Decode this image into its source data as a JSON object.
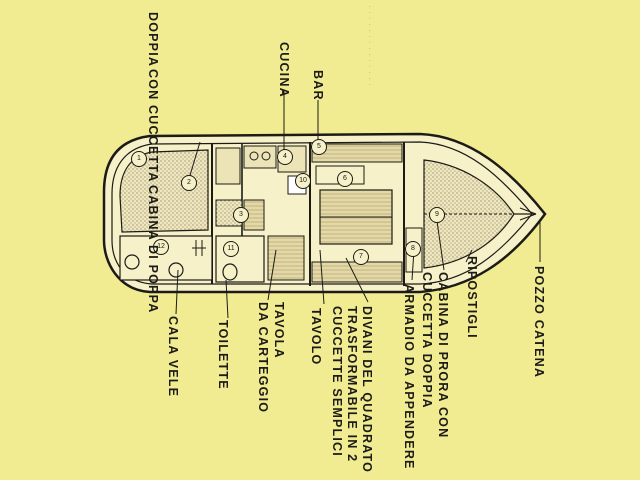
{
  "labels": {
    "cabina_poppa": [
      "CABINA DI POPPA",
      "CON CUCCETTA",
      "DOPPIA"
    ],
    "cucina": "CUCINA",
    "bar": "BAR",
    "pozzo": "POZZO  CATENA",
    "ripostigli": "RIPOSTIGLI",
    "cabina_prora": [
      "CABINA DI PRORA CON",
      "CUCCETTA DOPPIA"
    ],
    "armadio": "ARMADIO  DA  APPENDERE",
    "divani": [
      "DIVANI DEL  QUADRATO",
      "TRASFORMABILE IN 2",
      "CUCCETTE SEMPLICI"
    ],
    "tavolo": "TAVOLO",
    "tavola": [
      "TAVOLA",
      "DA  CARTEGGIO"
    ],
    "toilette": "TOILETTE",
    "cala_vele": "CALA  VELE"
  },
  "markers": [
    "1",
    "2",
    "3",
    "4",
    "5",
    "6",
    "7",
    "8",
    "9",
    "10",
    "11",
    "12"
  ],
  "colors": {
    "background": "#f1ec92",
    "ink": "#1c1b16",
    "stipple": "#b9ae86",
    "hull": "#f6f1c8"
  }
}
